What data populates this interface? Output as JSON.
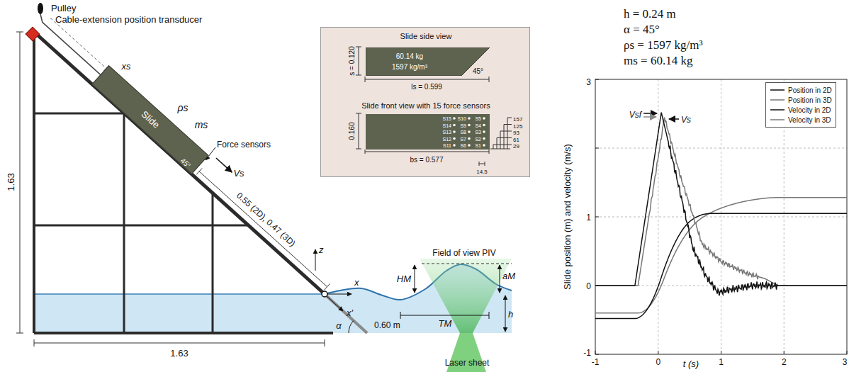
{
  "diagram": {
    "nodes": [
      {
        "text": [
          "Slide side view",
          "Slide front view with 15 force sensors"
        ]
      },
      {
        "text": [
          "60.14 kg",
          "1597 kg/m³"
        ],
        "in": 0
      },
      {
        "text": [
          "S15",
          "S10",
          "S5",
          "S14",
          "S9",
          "S4",
          "S13",
          "S8",
          "S3",
          "S12",
          "S7",
          "S2",
          "S11",
          "S6",
          "S1"
        ],
        "in": 0
      },
      {
        "text": [
          "Slide"
        ]
      }
    ],
    "labels": [
      "Pulley",
      "Cable-extension position transducer",
      "1.63",
      "1.63",
      "xs",
      "ρs",
      "ms",
      "45°",
      "Force sensors",
      "Vs",
      "0.55 (2D), 0.47 (3D)",
      "z",
      "x",
      "x'",
      "α",
      "0.60 m",
      "HM",
      "aM",
      "TM",
      "h",
      "Field of view PIV",
      "Laser sheet",
      "s = 0.120",
      "45°",
      "ls = 0.599",
      "0.160",
      "29",
      "61",
      "93",
      "125",
      "157",
      "bs = 0.577",
      "14.5",
      "h = 0.24 m",
      "α = 45°",
      "ρs = 1597 kg/m³",
      "ms = 60.14 kg",
      "Slide position (m) and velocity (m/s)",
      "t (s)",
      "-1",
      "0",
      "1",
      "2",
      "3",
      "3",
      "1",
      "0",
      "-1",
      "Vsf",
      "Vs"
    ],
    "legend": [
      {
        "text": "Position in 2D"
      },
      {
        "text": "Position in 3D"
      },
      {
        "text": "Velocity in 2D"
      },
      {
        "text": "Velocity in 3D"
      }
    ]
  }
}
